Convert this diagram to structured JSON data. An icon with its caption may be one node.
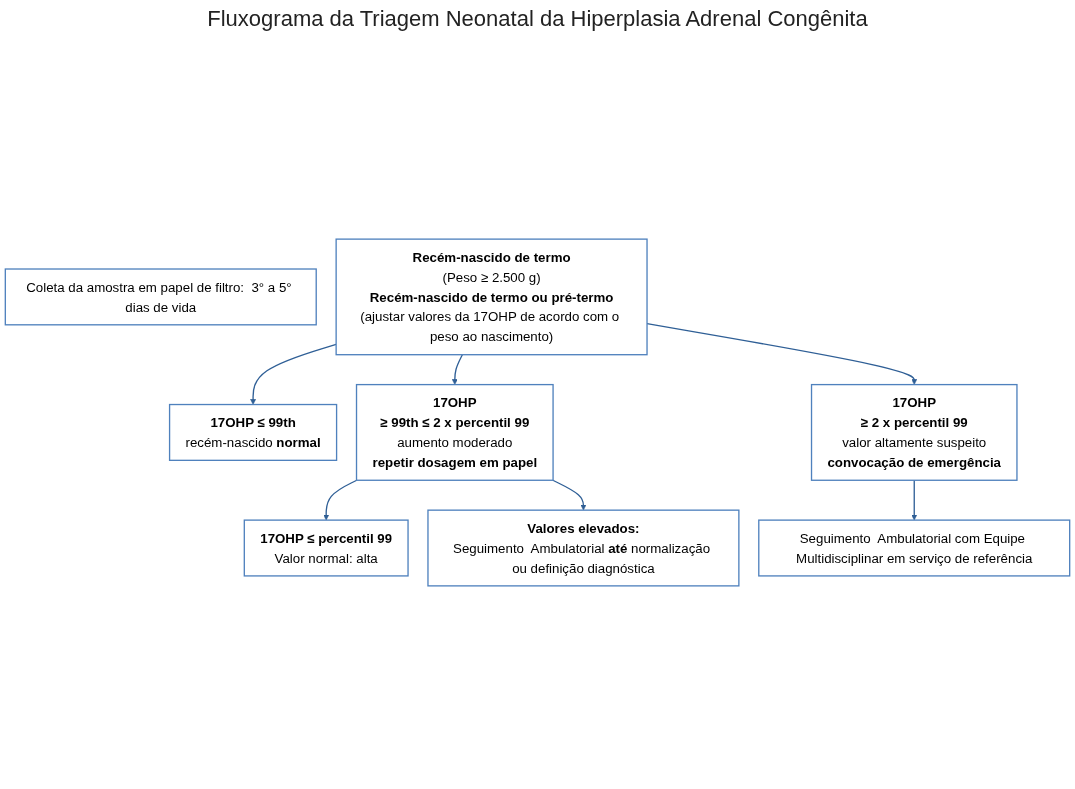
{
  "diagram": {
    "title": "Fluxograma da Triagem Neonatal da Hiperplasia Adrenal Congênita",
    "nodes": [
      {
        "text": [
          "Coleta da amostra em papel de filtro:  3° a 5° dias de vida"
        ]
      },
      {
        "text": [
          "**Recém-nascido de termo**",
          "(Peso ≥ 2.500 g)",
          "**Recém-nascido de termo ou pré-termo**",
          "(ajustar valores da 17OHP de acordo com o peso ao nascimento)"
        ]
      },
      {
        "text": [
          "**17OHP  ≤ 99th**",
          "recém-nascido **normal**"
        ]
      },
      {
        "text": [
          "**17OHP**",
          "**≥ 99th  ≤  2 x percentil 99**",
          "aumento moderado",
          "**repetir dosagem em papel**"
        ]
      },
      {
        "text": [
          "**17OHP**",
          "**≥ 2 x percentil 99**",
          "valor altamente suspeito",
          "**convocação de emergência**"
        ]
      },
      {
        "text": [
          "**17OHP  ≤  percentil 99**",
          "Valor normal: alta"
        ]
      },
      {
        "text": [
          "**Valores elevados:**",
          "Seguimento  Ambulatorial **até** normalização ou definição diagnóstica"
        ]
      },
      {
        "text": [
          "Seguimento  Ambulatorial com Equipe Multidisciplinar em serviço de referência"
        ]
      }
    ],
    "edges": [
      {
        "from": 1,
        "to": 2,
        "arrow": "to"
      },
      {
        "from": 1,
        "to": 3,
        "arrow": "to"
      },
      {
        "from": 1,
        "to": 4,
        "arrow": "to"
      },
      {
        "from": 3,
        "to": 5,
        "arrow": "to"
      },
      {
        "from": 3,
        "to": 6,
        "arrow": "to"
      },
      {
        "from": 4,
        "to": 7,
        "arrow": "to"
      }
    ]
  }
}
